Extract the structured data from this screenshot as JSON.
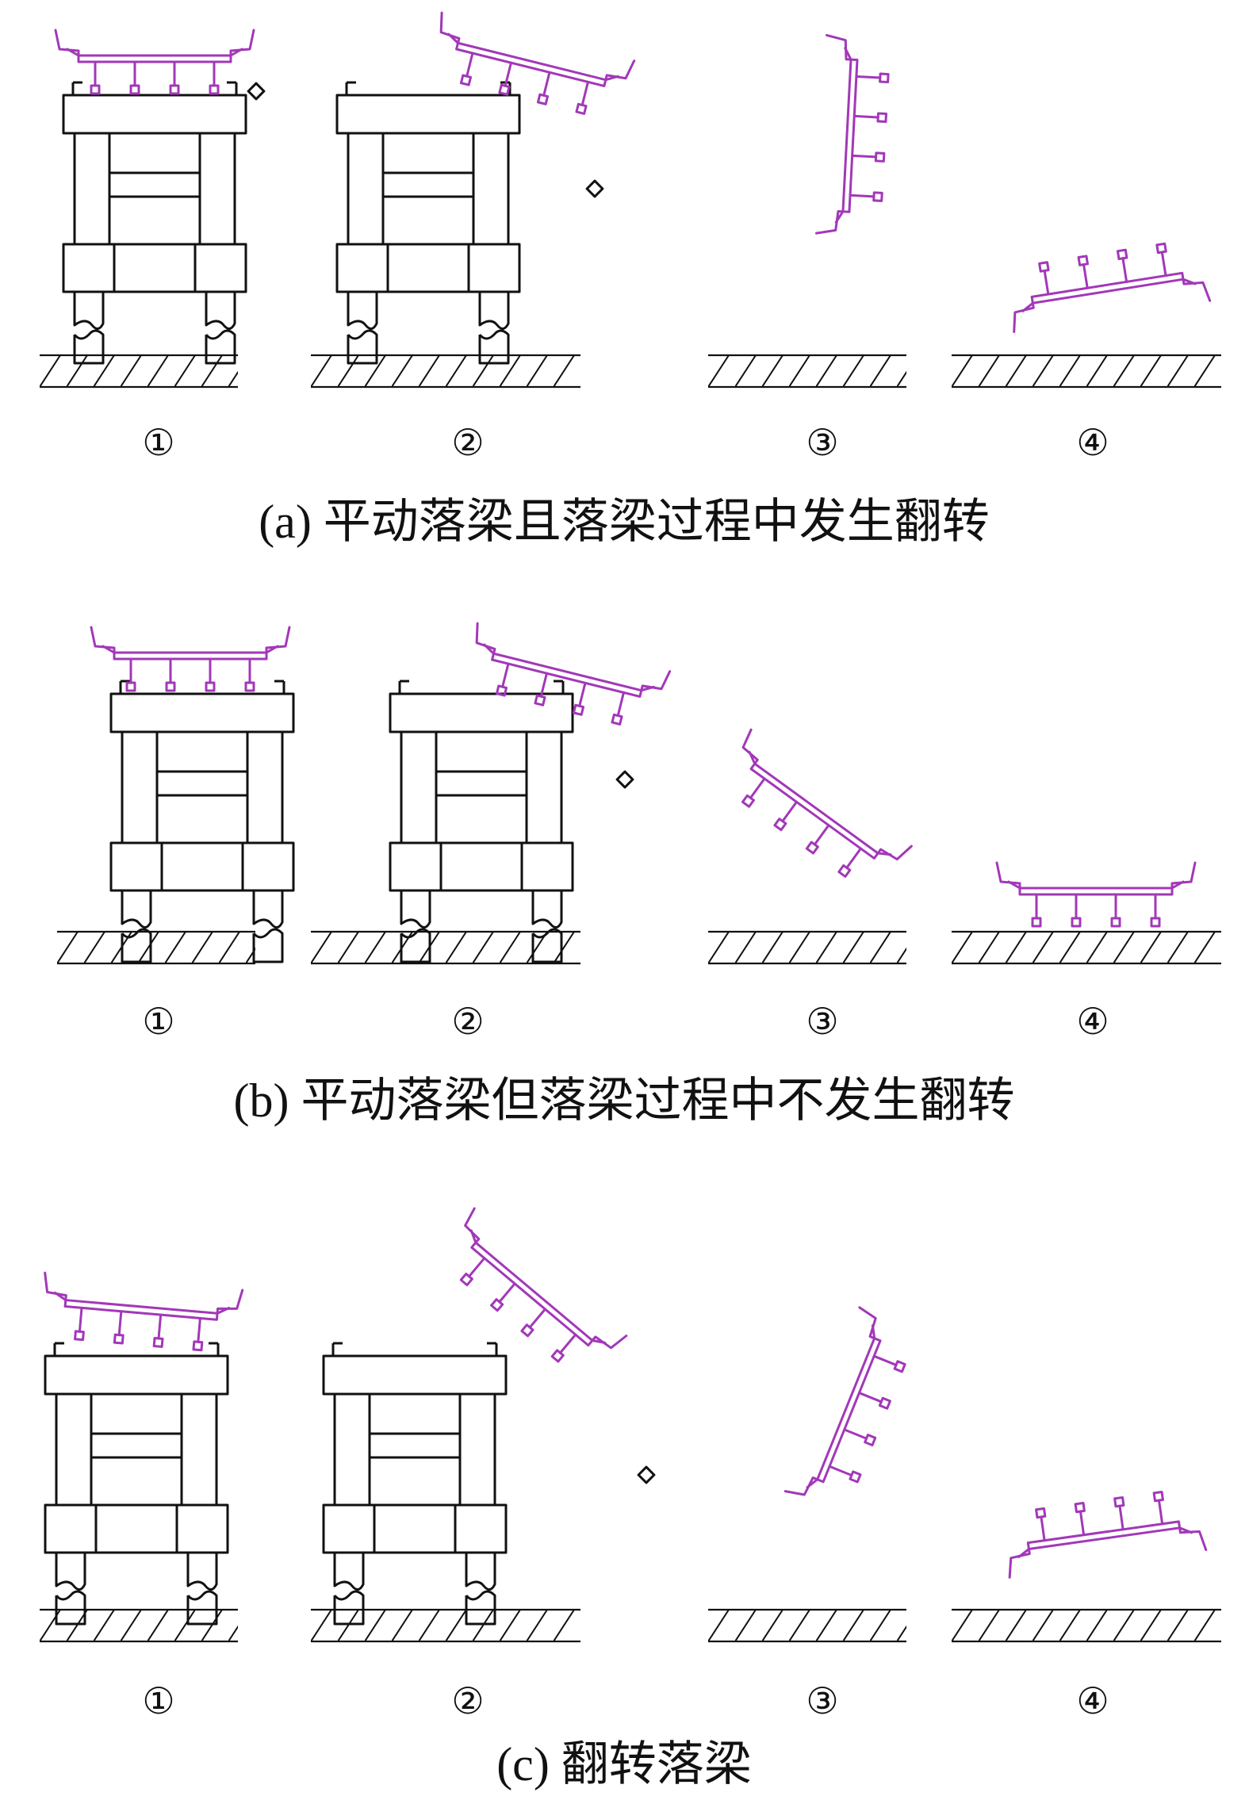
{
  "colors": {
    "beam": "#a238b8",
    "line": "#111111"
  },
  "step_markers": [
    "①",
    "②",
    "③",
    "④"
  ],
  "panels": [
    {
      "id": "a",
      "caption": "(a) 平动落梁且落梁过程中发生翻转",
      "steps": [
        {
          "beam_state": "on-cap"
        },
        {
          "beam_state": "sliding-off"
        },
        {
          "beam_state": "falling-vertical"
        },
        {
          "beam_state": "landed-tilted"
        }
      ]
    },
    {
      "id": "b",
      "caption": "(b) 平动落梁但落梁过程中不发生翻转",
      "steps": [
        {
          "beam_state": "on-cap"
        },
        {
          "beam_state": "sliding-off"
        },
        {
          "beam_state": "falling-tilted"
        },
        {
          "beam_state": "landed-level"
        }
      ]
    },
    {
      "id": "c",
      "caption": "(c) 翻转落梁",
      "steps": [
        {
          "beam_state": "on-cap-tilted"
        },
        {
          "beam_state": "overturning"
        },
        {
          "beam_state": "falling-overturned"
        },
        {
          "beam_state": "landed-tilted"
        }
      ]
    }
  ]
}
